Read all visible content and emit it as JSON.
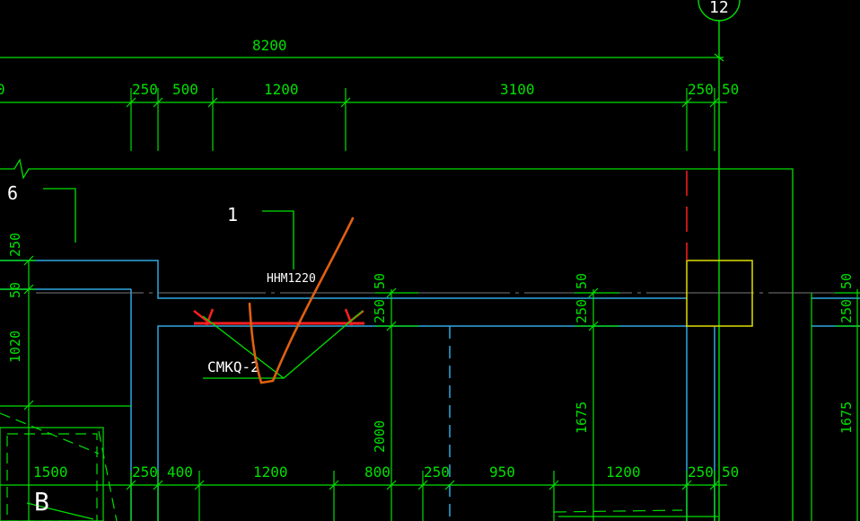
{
  "grid_bubble": {
    "label": "12"
  },
  "dimensions": {
    "overall": "8200",
    "top_row": [
      "0",
      "250",
      "500",
      "1200",
      "3100",
      "250",
      "50"
    ],
    "bottom_row": [
      "1500",
      "250",
      "400",
      "1200",
      "800",
      "250",
      "950",
      "1200",
      "250",
      "50"
    ],
    "left_vertical": [
      "250",
      "50",
      "1020"
    ],
    "mid_vertical": [
      "50",
      "250",
      "2000"
    ],
    "mid2_vertical": [
      "50",
      "250",
      "1675"
    ],
    "right_vertical": [
      "50",
      "250",
      "1675"
    ]
  },
  "labels": {
    "room_6": "6",
    "room_1": "1",
    "door_tag": "HHM1220",
    "wall_tag": "CMKQ-2",
    "partial_b": "B"
  },
  "colors": {
    "green": "#00e000",
    "cyan": "#2fa8e0",
    "red": "#ff2020",
    "orange": "#e06010",
    "yellow": "#e0e000",
    "white": "#ffffff"
  }
}
